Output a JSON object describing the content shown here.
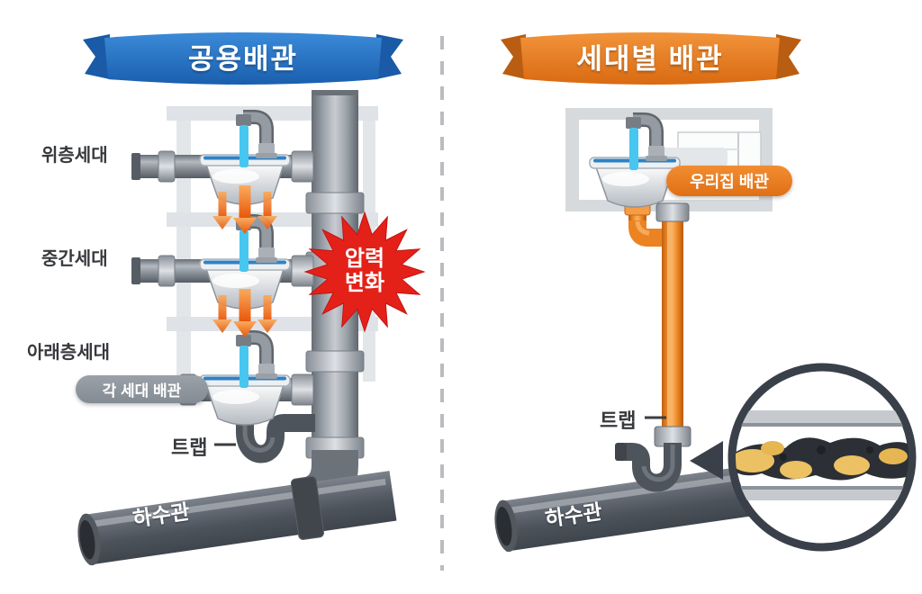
{
  "left_panel": {
    "banner_label": "공용배관",
    "floor_labels": [
      "위층세대",
      "중간세대",
      "아래층세대"
    ],
    "unit_pipe_label": "각 세대 배관",
    "trap_label": "트랩",
    "sewer_label": "하수관",
    "pressure_badge": {
      "line1": "압력",
      "line2": "변화"
    }
  },
  "right_panel": {
    "banner_label": "세대별 배관",
    "my_home_pipe_label": "우리집 배관",
    "trap_label": "트랩",
    "sewer_label": "하수관"
  },
  "colors": {
    "left_banner_blue": "#1e6cbb",
    "right_banner_orange": "#e8791f",
    "pressure_alert_red": "#e32119",
    "common_pipe_gray": "#9aa0a8",
    "sewer_pipe_gray": "#4d535b",
    "unit_pipe_pill_gray": "#8e959c",
    "home_pipe_orange": "#ee7d26",
    "water_blue": "#47c6ef",
    "flow_arrow_orange": "#ec6a12"
  }
}
